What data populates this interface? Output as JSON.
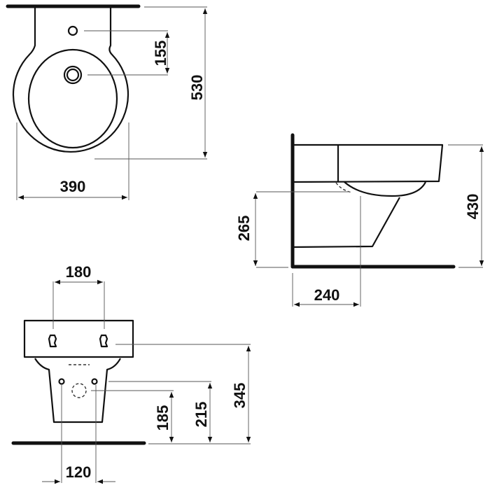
{
  "drawing": {
    "subject": "Wall-hung bidet dimension drawing",
    "views": {
      "top_view": {
        "dimensions": {
          "width": "390",
          "depth": "530",
          "tap_hole_to_bowl_center": "155"
        }
      },
      "side_view": {
        "dimensions": {
          "height_total": "430",
          "lower_height": "265",
          "wall_to_drain": "240"
        }
      },
      "front_view": {
        "dimensions": {
          "fixing_hole_spacing": "180",
          "fixing_hole_height": "345",
          "supply_height": "215",
          "drain_height": "185",
          "supply_spacing": "120"
        }
      }
    },
    "colors": {
      "line": "#111111",
      "background": "#ffffff"
    }
  }
}
